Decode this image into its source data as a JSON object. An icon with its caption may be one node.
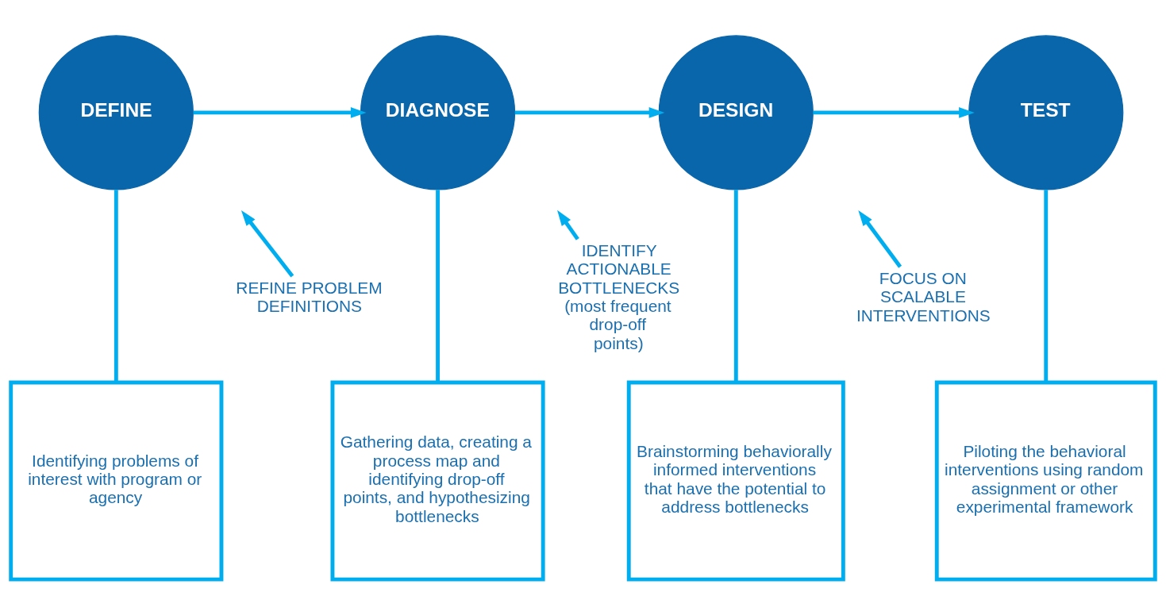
{
  "diagram": {
    "nodes": [
      {
        "text": [
          "DEFINE"
        ]
      },
      {
        "text": [
          "DIAGNOSE"
        ]
      },
      {
        "text": [
          "DESIGN"
        ]
      },
      {
        "text": [
          "TEST"
        ]
      },
      {
        "text": [
          "Identifying problems of interest with program or agency"
        ]
      },
      {
        "text": [
          "Gathering data, creating a process map and identifying drop-off points, and hypothesizing bottlenecks"
        ]
      },
      {
        "text": [
          "Brainstorming behaviorally informed interventions that have the potential to address bottlenecks"
        ]
      },
      {
        "text": [
          "Piloting the behavioral interventions using random assignment or other experimental framework"
        ]
      },
      {
        "text": [
          "REFINE PROBLEM DEFINITIONS"
        ]
      },
      {
        "text": [
          "IDENTIFY ACTIONABLE BOTTLENECKS",
          "(most frequent drop-off points)"
        ]
      },
      {
        "text": [
          "FOCUS ON SCALABLE INTERVENTIONS"
        ]
      }
    ],
    "edges": [
      {
        "from": 0,
        "to": 1,
        "arrow": "to"
      },
      {
        "from": 1,
        "to": 2,
        "arrow": "to"
      },
      {
        "from": 2,
        "to": 3,
        "arrow": "to"
      },
      {
        "from": 0,
        "to": 4,
        "arrow": "none"
      },
      {
        "from": 1,
        "to": 5,
        "arrow": "none"
      },
      {
        "from": 2,
        "to": 6,
        "arrow": "none"
      },
      {
        "from": 3,
        "to": 7,
        "arrow": "none"
      },
      {
        "from": 8,
        "to": null,
        "arrow": "to"
      },
      {
        "from": 9,
        "to": null,
        "arrow": "to"
      },
      {
        "from": 10,
        "to": null,
        "arrow": "to"
      }
    ]
  }
}
